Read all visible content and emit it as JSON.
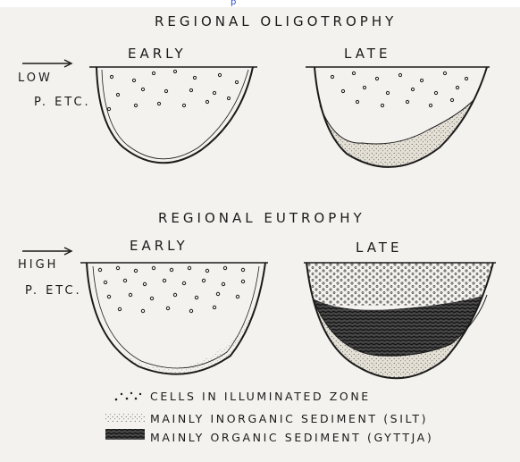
{
  "header_mark": "p",
  "sections": [
    {
      "title": "REGIONAL OLIGOTROPHY",
      "nutrient_line_1": "LOW",
      "nutrient_line_2": "P. ETC.",
      "basins": [
        {
          "stage": "EARLY"
        },
        {
          "stage": "LATE"
        }
      ]
    },
    {
      "title": "REGIONAL EUTROPHY",
      "nutrient_line_1": "HIGH",
      "nutrient_line_2": "P. ETC.",
      "basins": [
        {
          "stage": "EARLY"
        },
        {
          "stage": "LATE"
        }
      ]
    }
  ],
  "legend": [
    {
      "text": "CELLS IN ILLUMINATED ZONE",
      "swatch": "dots-icon"
    },
    {
      "text": "MAINLY INORGANIC SEDIMENT (SILT)",
      "swatch": "silt-icon"
    },
    {
      "text": "MAINLY ORGANIC SEDIMENT (GYTTJA)",
      "swatch": "gyttja-icon"
    }
  ],
  "colors": {
    "ink": "#1b1b1b",
    "paper": "#f4f2ee",
    "accent": "#2b4fc4"
  }
}
